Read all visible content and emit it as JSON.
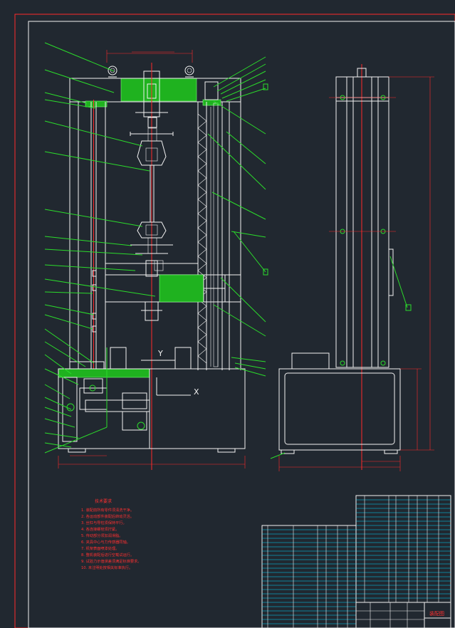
{
  "drawing": {
    "colors": {
      "background": "#212830",
      "outline": "#f2f2f2",
      "dimension": "#ff2a2a",
      "leader": "#2bdc2b",
      "table": "#00d8ff",
      "hatch": "#1fb21f"
    },
    "notes": {
      "title": "技术要求",
      "items": [
        "1. 装配前所有零件须清洗干净。",
        "2. 各运动部件装配后转动灵活。",
        "3. 丝杠与导柱须保持平行。",
        "4. 各连接螺栓须拧紧。",
        "5. 传动部分须加润滑脂。",
        "6. 夹具中心与力传感器同轴。",
        "7. 机架表面喷漆处理。",
        "8. 整机装配后进行空载试运行。",
        "9. 试验力示值误差须满足标准要求。",
        "10. 未注明处按相关标准执行。"
      ]
    },
    "title_block": {
      "title": "装配图"
    },
    "markers": {
      "upper": "Y",
      "lower": "X"
    }
  }
}
